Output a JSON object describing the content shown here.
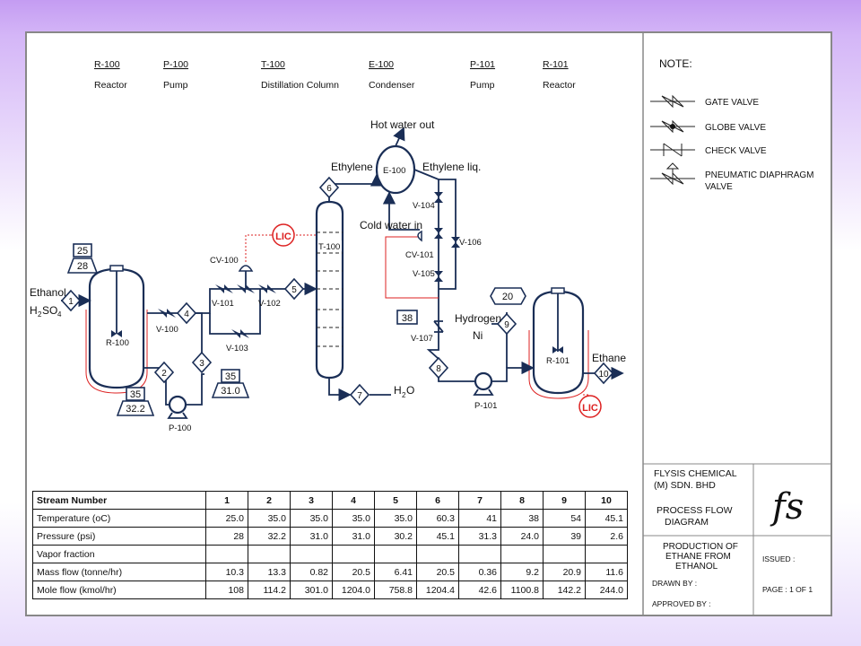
{
  "equipment_header": [
    {
      "tag": "R-100",
      "name": "Reactor"
    },
    {
      "tag": "P-100",
      "name": "Pump"
    },
    {
      "tag": "T-100",
      "name": "Distillation Column"
    },
    {
      "tag": "E-100",
      "name": "Condenser"
    },
    {
      "tag": "P-101",
      "name": "Pump"
    },
    {
      "tag": "R-101",
      "name": "Reactor"
    }
  ],
  "legend": {
    "title": "NOTE:",
    "items": [
      "GATE VALVE",
      "GLOBE VALVE",
      "CHECK VALVE",
      "PNEUMATIC DIAPHRAGM",
      "VALVE"
    ]
  },
  "labels": {
    "hot_water_out": "Hot water out",
    "cold_water_in": "Cold water in",
    "ethylene": "Ethylene",
    "ethylene_liq": "Ethylene liq.",
    "ethanol": "Ethanol",
    "h2so4_h": "H",
    "h2so4_2": "2",
    "h2so4_so": "SO",
    "h2so4_4": "4",
    "hydrogen": "Hydrogen",
    "ni": "Ni",
    "ethane": "Ethane",
    "h2o_h": "H",
    "h2o_2": "2",
    "h2o_o": "O",
    "lic": "LIC",
    "e100": "E-100",
    "t100": "T-100",
    "r100": "R-100",
    "r101": "R-101",
    "p100": "P-100",
    "p101": "P-101",
    "cv100": "CV-100",
    "cv101": "CV-101",
    "v100": "V-100",
    "v101": "V-101",
    "v102": "V-102",
    "v103": "V-103",
    "v104": "V-104",
    "v105": "V-105",
    "v106": "V-106",
    "v107": "V-107"
  },
  "streams": [
    "1",
    "2",
    "3",
    "4",
    "5",
    "6",
    "7",
    "8",
    "9",
    "10"
  ],
  "temp_tags": {
    "t25": "25",
    "t35a": "35",
    "t35b": "35",
    "t38": "38",
    "t20": "20"
  },
  "press_tags": {
    "p28": "28",
    "p32": "32.2",
    "p31": "31.0"
  },
  "title_block": {
    "company_line1": "FLYSIS CHEMICAL",
    "company_line2": "(M) SDN. BHD",
    "diagram_line1": "PROCESS FLOW",
    "diagram_line2": "DIAGRAM",
    "logo": "fs",
    "project_line1": "PRODUCTION OF",
    "project_line2": "ETHANE FROM",
    "project_line3": "ETHANOL",
    "drawn_by": "DRAWN BY :",
    "approved_by": "APPROVED BY :",
    "issued": "ISSUED :",
    "page": "PAGE : 1 OF 1"
  },
  "stream_table": {
    "header": "Stream Number",
    "columns": [
      "1",
      "2",
      "3",
      "4",
      "5",
      "6",
      "7",
      "8",
      "9",
      "10"
    ],
    "rows": [
      {
        "label": "Temperature (oC)",
        "values": [
          "25.0",
          "35.0",
          "35.0",
          "35.0",
          "35.0",
          "60.3",
          "41",
          "38",
          "54",
          "45.1"
        ]
      },
      {
        "label": "Pressure (psi)",
        "values": [
          "28",
          "32.2",
          "31.0",
          "31.0",
          "30.2",
          "45.1",
          "31.3",
          "24.0",
          "39",
          "2.6"
        ]
      },
      {
        "label": "Vapor fraction",
        "values": [
          "",
          "",
          "",
          "",
          "",
          "",
          "",
          "",
          "",
          ""
        ]
      },
      {
        "label": "Mass flow (tonne/hr)",
        "values": [
          "10.3",
          "13.3",
          "0.82",
          "20.5",
          "6.41",
          "20.5",
          "0.36",
          "9.2",
          "20.9",
          "11.6"
        ]
      },
      {
        "label": "Mole flow (kmol/hr)",
        "values": [
          "108",
          "114.2",
          "301.0",
          "1204.0",
          "758.8",
          "1204.4",
          "42.6",
          "1100.8",
          "142.2",
          "244.0"
        ]
      }
    ]
  }
}
